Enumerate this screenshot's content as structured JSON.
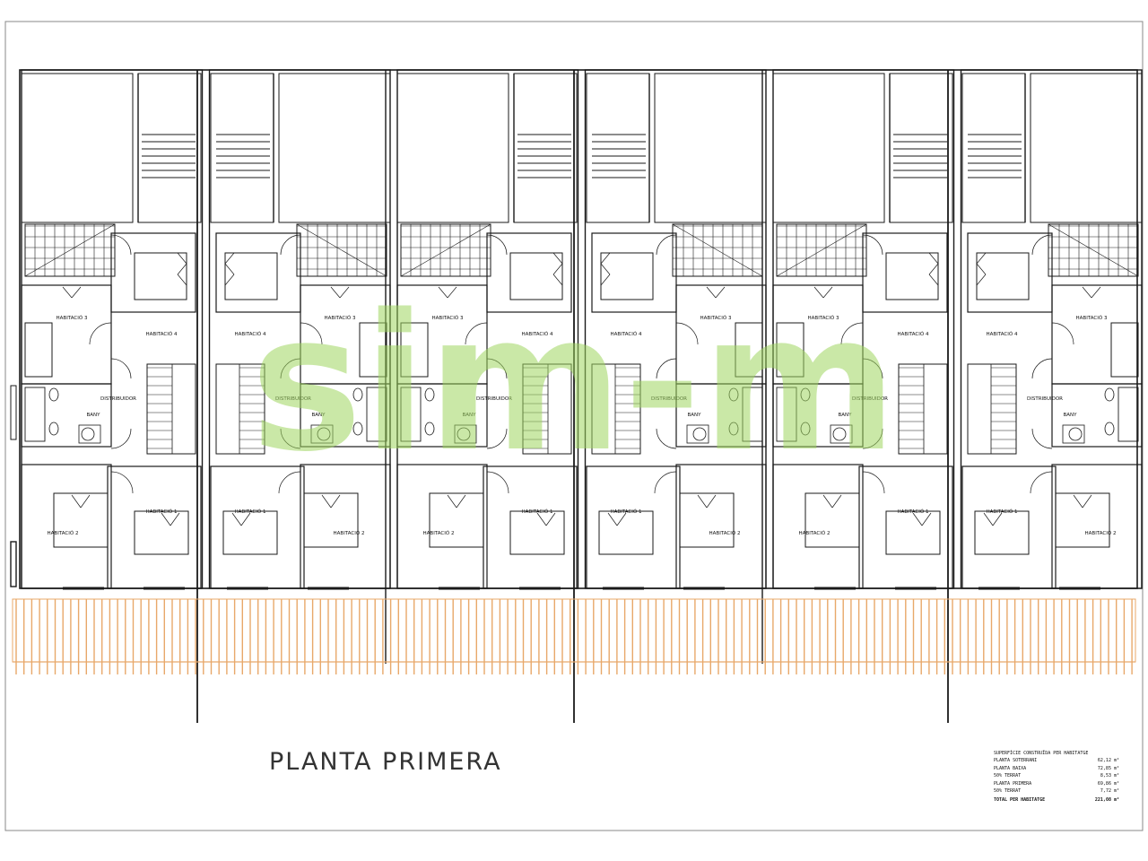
{
  "title": "PLANTA PRIMERA",
  "watermark": "sim-m",
  "units": [
    {
      "mirror": false,
      "upper": "HABITACIÓ 3",
      "lower": "HABITACIÓ 2"
    },
    {
      "mirror": true,
      "upper": "HABITACIÓ 3",
      "lower": "HABITACIÓ 2"
    },
    {
      "mirror": false,
      "upper": "HABITACIÓ 3",
      "lower": "HABITACIÓ 2"
    },
    {
      "mirror": true,
      "upper": "HABITACIÓ 3",
      "lower": "HABITACIÓ 2"
    },
    {
      "mirror": false,
      "upper": "HABITACIÓ 3",
      "lower": "HABITACIÓ 2"
    },
    {
      "mirror": true,
      "upper": "HABITACIÓ 3",
      "lower": "HABITACIÓ 2"
    }
  ],
  "room_labels": {
    "bed_1": "HABITACIÓ 1",
    "bed_4": "HABITACIÓ 4",
    "distribuidor": "DISTRIBUIDOR",
    "bany": "BANY"
  },
  "area_table": {
    "rows": [
      {
        "label": "SUPERFÍCIE CONSTRUÏDA PER HABITATGE",
        "value": ""
      },
      {
        "label": "PLANTA SOTERRANI",
        "value": "62,12 m²"
      },
      {
        "label": "PLANTA BAIXA",
        "value": "72,85 m²"
      },
      {
        "label": "50% TERRAT",
        "value": "8,53 m²"
      },
      {
        "label": "PLANTA PRIMERA",
        "value": "69,86 m²"
      },
      {
        "label": "50% TERRAT",
        "value": "7,72 m²"
      }
    ],
    "total": {
      "label": "TOTAL PER HABITATGE",
      "value": "221,08 m²"
    }
  },
  "colors": {
    "wall": "#1a1a1a",
    "pergola": "#e8a86a",
    "watermark": "#9fd65f"
  }
}
